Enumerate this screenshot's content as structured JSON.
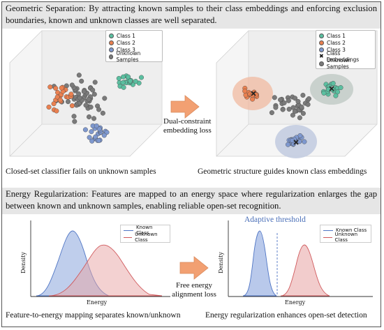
{
  "top_banner": "Geometric Separation: By attracting known samples to their class embeddings and enforcing exclusion boundaries, known and unknown classes are well separated.",
  "bottom_banner": "Energy Regularization: Features are mapped to an energy space where regularization enlarges the gap between known and unknown samples, enabling reliable open-set recognition.",
  "left_scatter_legend": [
    "Class 1",
    "Class 2",
    "Class 3",
    "Unknown Samples"
  ],
  "right_scatter_legend": [
    "Class 1",
    "Class 2",
    "Class 3",
    "Class Embeddings",
    "Unknown Samples"
  ],
  "top_arrow_text": [
    "Dual-constraint",
    "embedding loss"
  ],
  "bottom_arrow_text": [
    "Free energy",
    "alignment loss"
  ],
  "caption_tl": "Closed-set classifier fails on unknown samples",
  "caption_tr": "Geometric structure guides known class embeddings",
  "caption_bl": "Feature-to-energy mapping separates known/unknown",
  "caption_br": "Energy regularization enhances open-set detection",
  "density_legend": [
    "Known Class",
    "Unknown Class"
  ],
  "xlabel": "Energy",
  "ylabel": "Density",
  "threshold_label": "Adaptive threshold",
  "colors": {
    "class1": "#5bbfa0",
    "class2": "#ea8050",
    "class3": "#7e98cf",
    "unknown": "#7a7a7a",
    "known_curve": "#4f75c4",
    "unknown_curve": "#d0595c",
    "banner_bg": "#e6e6e6",
    "arrow": "#f2a072"
  }
}
